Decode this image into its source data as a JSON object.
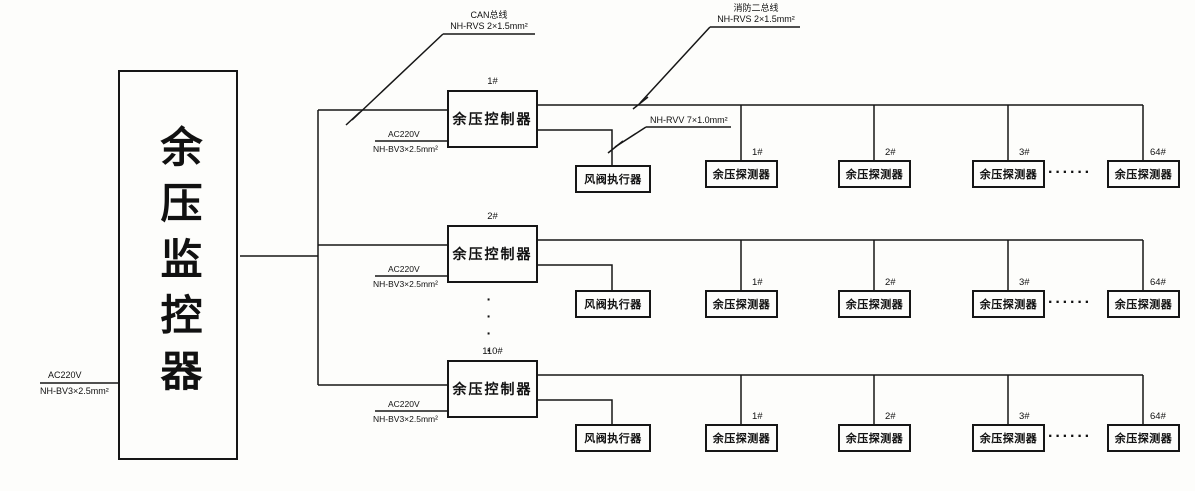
{
  "diagram": {
    "main_unit_label": "余压监控器",
    "main_power": {
      "volt": "AC220V",
      "cable": "NH-BV3×2.5mm²"
    },
    "can_bus": {
      "name": "CAN总线",
      "cable": "NH-RVS 2×1.5mm²"
    },
    "fire_bus": {
      "name": "消防二总线",
      "cable": "NH-RVS 2×1.5mm²"
    },
    "valve_cable": "NH-RVV 7×1.0mm²",
    "row_dots": "······",
    "continuation_dots": "······",
    "rows": [
      {
        "id": "1#",
        "controller": "余压控制器",
        "power": {
          "volt": "AC220V",
          "cable": "NH-BV3×2.5mm²"
        },
        "valve": "风阀执行器",
        "detector_label": "余压探测器",
        "detector_ids": [
          "1#",
          "2#",
          "3#",
          "64#"
        ]
      },
      {
        "id": "2#",
        "controller": "余压控制器",
        "power": {
          "volt": "AC220V",
          "cable": "NH-BV3×2.5mm²"
        },
        "valve": "风阀执行器",
        "detector_label": "余压探测器",
        "detector_ids": [
          "1#",
          "2#",
          "3#",
          "64#"
        ]
      },
      {
        "id": "110#",
        "controller": "余压控制器",
        "power": {
          "volt": "AC220V",
          "cable": "NH-BV3×2.5mm²"
        },
        "valve": "风阀执行器",
        "detector_label": "余压探测器",
        "detector_ids": [
          "1#",
          "2#",
          "3#",
          "64#"
        ]
      }
    ]
  }
}
